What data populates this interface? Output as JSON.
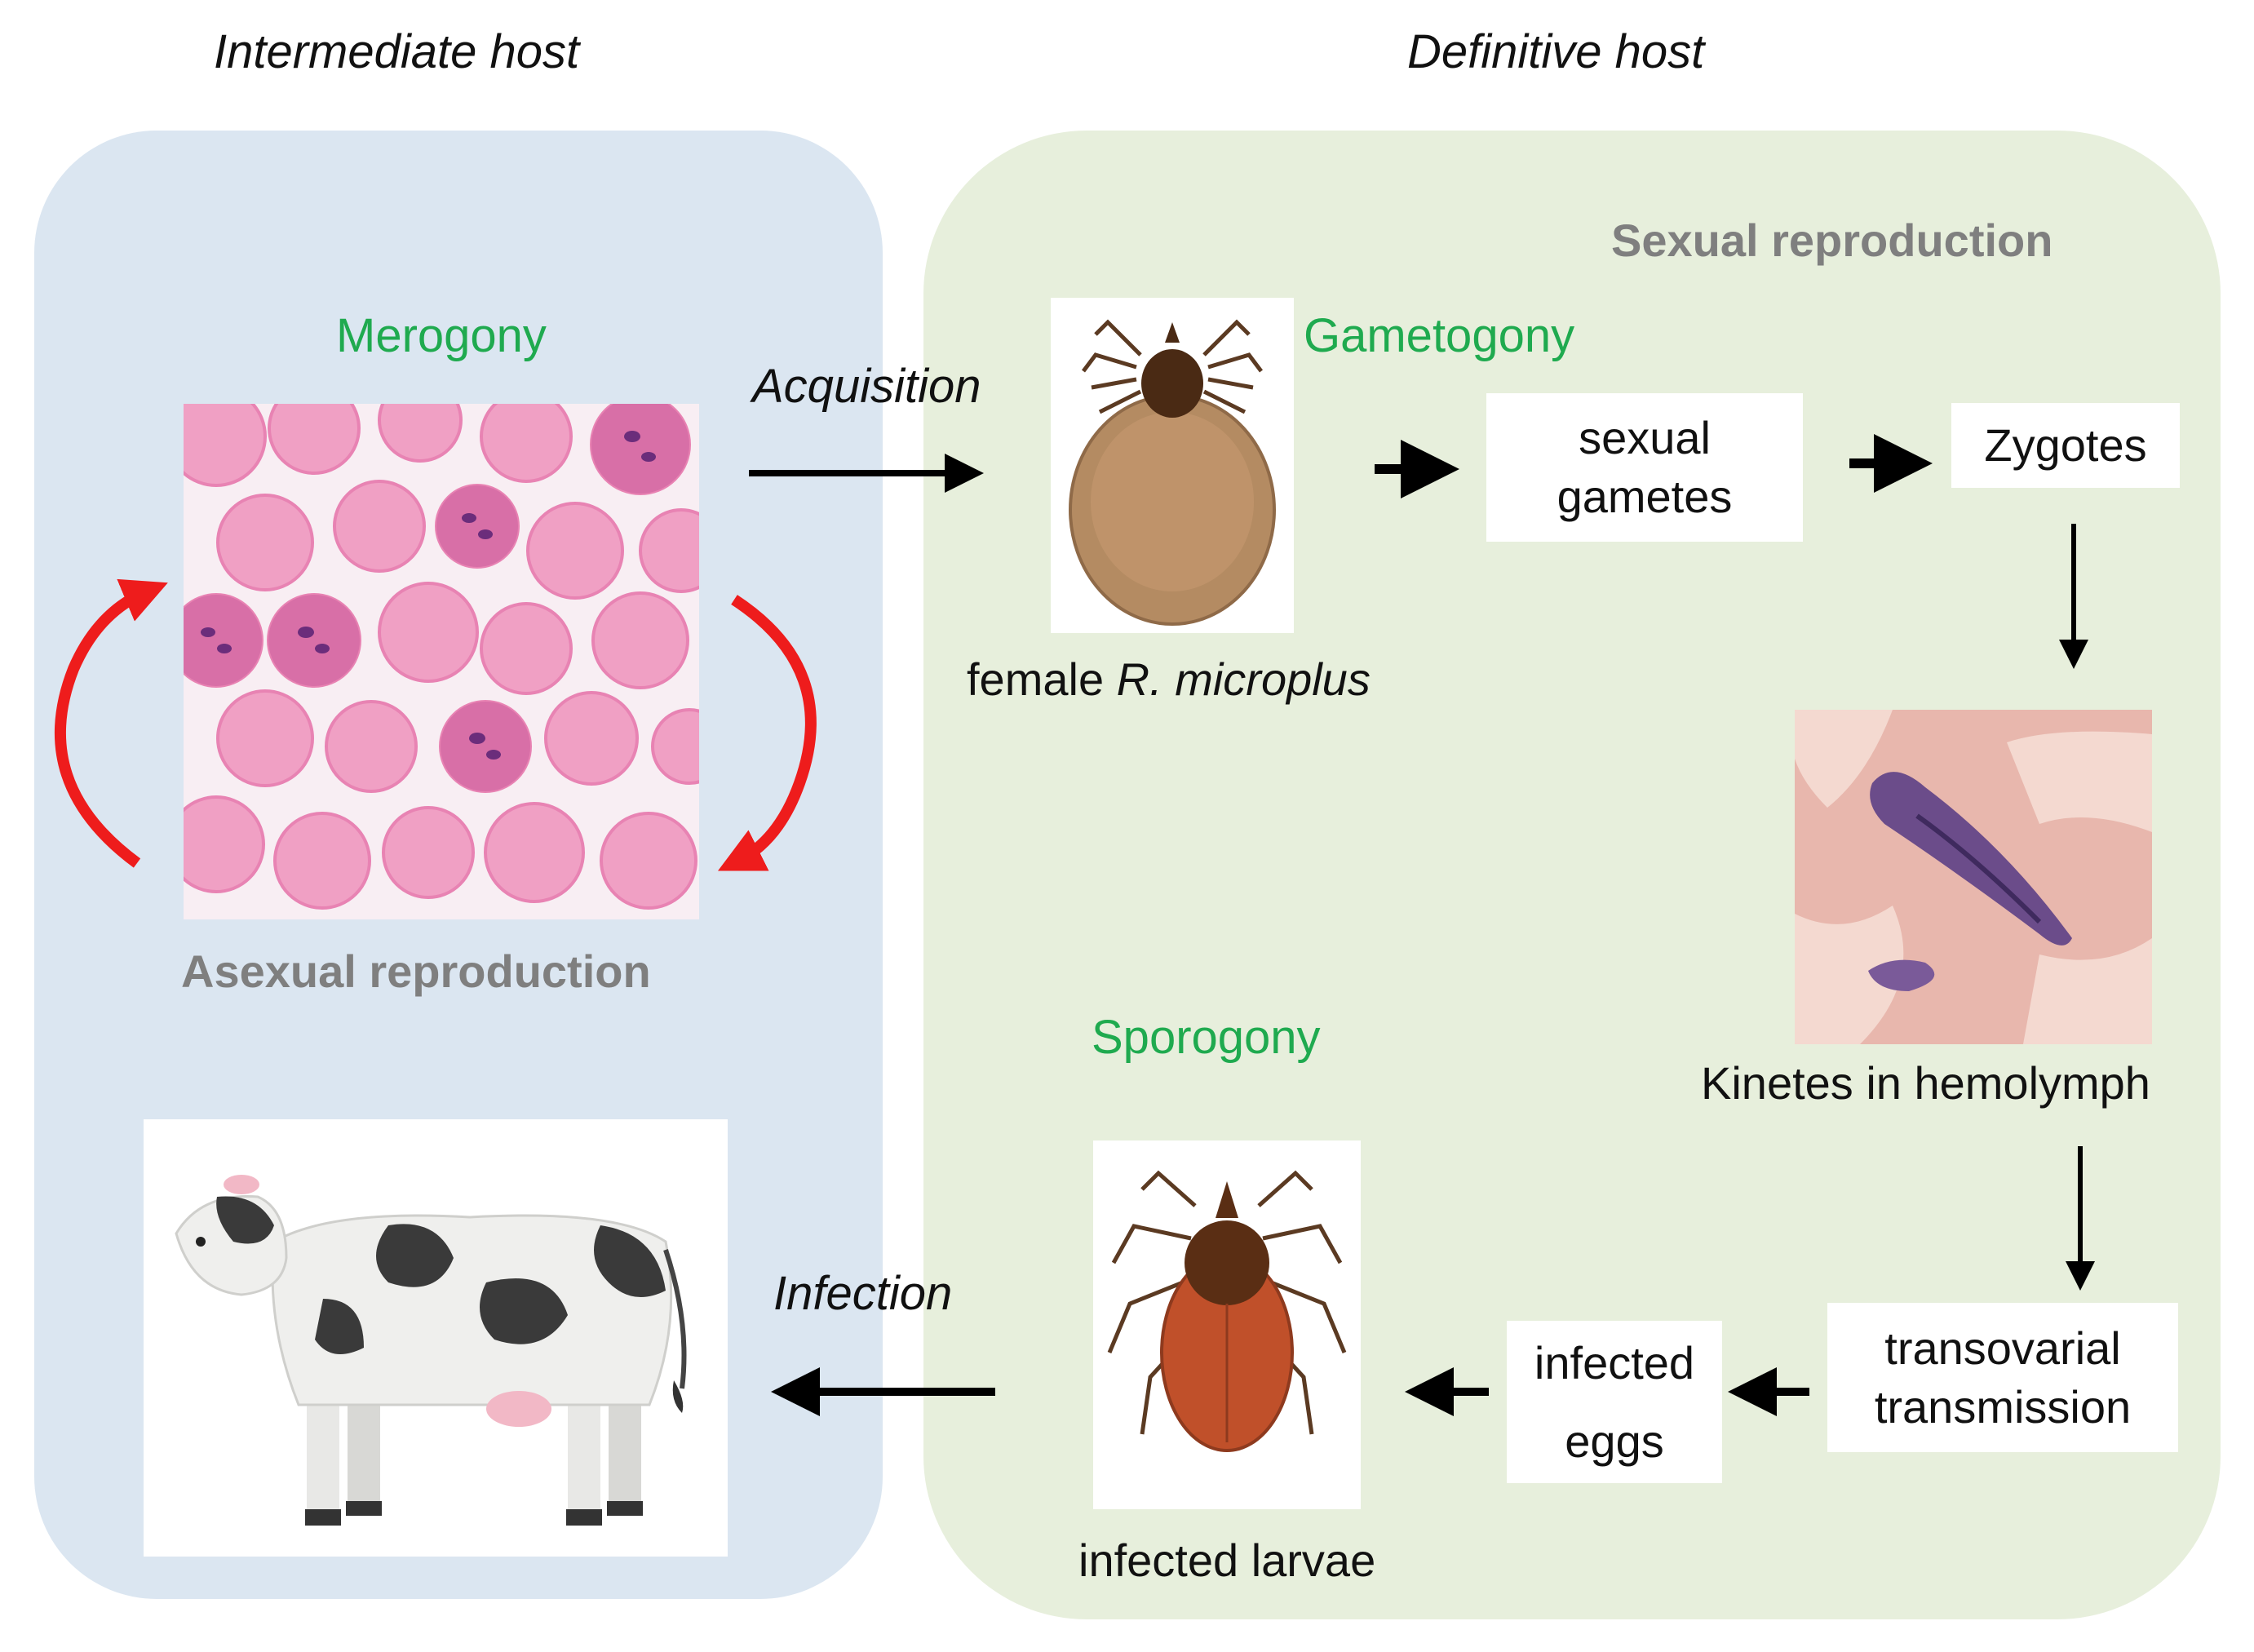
{
  "headers": {
    "intermediate": "Intermediate host",
    "definitive": "Definitive host"
  },
  "colors": {
    "intermediate_panel": "#dbe6f1",
    "definitive_panel": "#e7efdc",
    "stage_label": "#1faa4f",
    "cycle_arrow": "#ee1c1c",
    "gray_label": "#7f7f7f"
  },
  "left": {
    "stage": "Merogony",
    "reproduction": "Asexual reproduction",
    "image": "infected-red-blood-cells",
    "host_image": "cow"
  },
  "right": {
    "reproduction": "Sexual reproduction",
    "stage_gametogony": "Gametogony",
    "stage_sporogony": "Sporogony",
    "tick_label_prefix": "female ",
    "tick_label_species": "R. microplus",
    "gametes": "sexual gametes",
    "zygotes": "Zygotes",
    "kinetes": "Kinetes in hemolymph",
    "transovarial": "transovarial transmission",
    "eggs": "infected eggs",
    "larvae": "infected larvae"
  },
  "arrows": {
    "acquisition": "Acquisition",
    "infection": "Infection"
  }
}
